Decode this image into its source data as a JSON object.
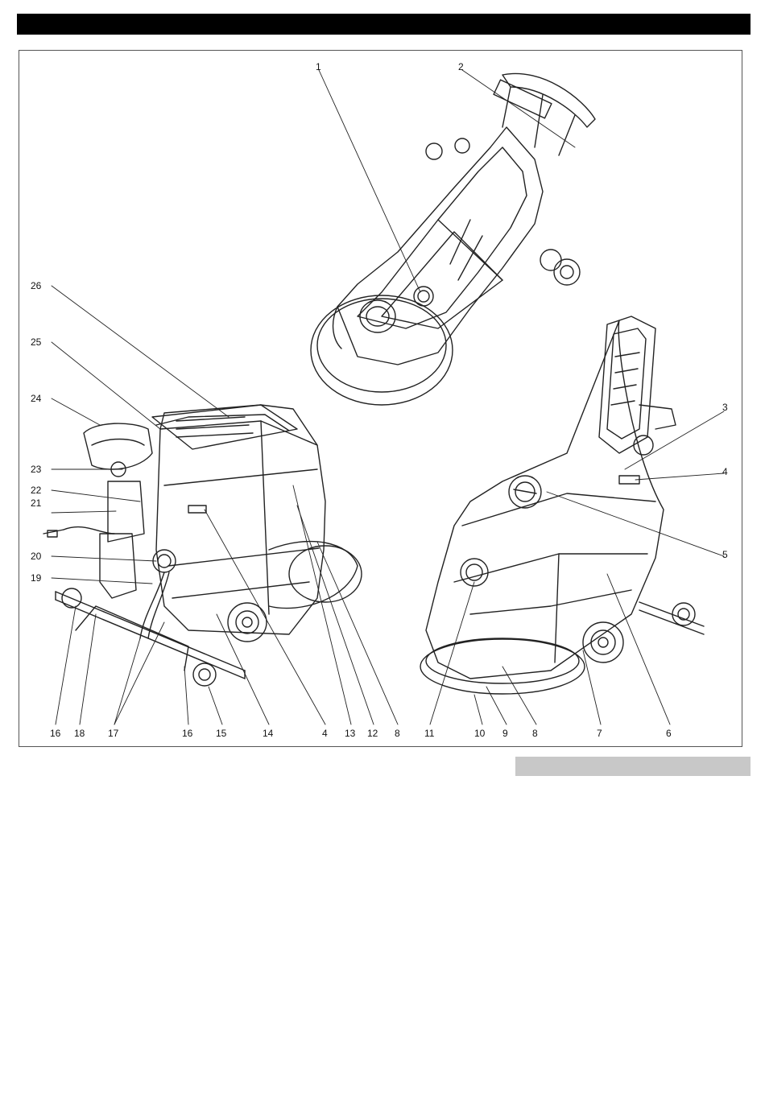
{
  "callouts": {
    "c1": "1",
    "c2": "2",
    "c3": "3",
    "c4a": "4",
    "c5": "5",
    "c6": "6",
    "c7": "7",
    "c8a": "8",
    "c9": "9",
    "c10": "10",
    "c11": "11",
    "c8b": "8",
    "c12": "12",
    "c13": "13",
    "c4b": "4",
    "c14": "14",
    "c15": "15",
    "c16a": "16",
    "c17": "17",
    "c18": "18",
    "c16b": "16",
    "c19": "19",
    "c20": "20",
    "c21": "21",
    "c22": "22",
    "c23": "23",
    "c24": "24",
    "c25": "25",
    "c26": "26"
  },
  "colors": {
    "bar": "#000000",
    "label_bar": "#c8c8c8",
    "line": "#222222"
  }
}
